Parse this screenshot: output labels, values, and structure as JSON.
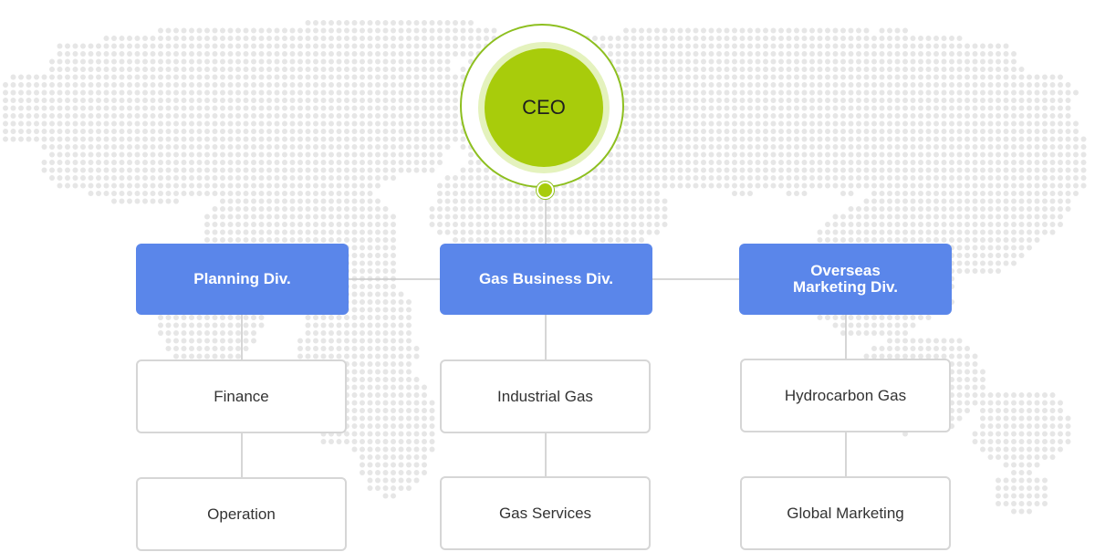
{
  "ceo": {
    "label": "CEO"
  },
  "divisions": [
    {
      "label": "Planning Div.",
      "teams": [
        "Finance",
        "Operation"
      ]
    },
    {
      "label": "Gas Business Div.",
      "teams": [
        "Industrial Gas",
        "Gas Services"
      ]
    },
    {
      "label": "Overseas\nMarketing Div.",
      "teams": [
        "Hydrocarbon Gas",
        "Global Marketing"
      ]
    }
  ],
  "colors": {
    "ceo_fill": "#a8cc0b",
    "ceo_ring": "#8dbf1f",
    "division_fill": "#5a86ea",
    "team_border": "#d6d6d6",
    "connector": "#c8c8c8",
    "map_dots": "#e6e6e6"
  }
}
